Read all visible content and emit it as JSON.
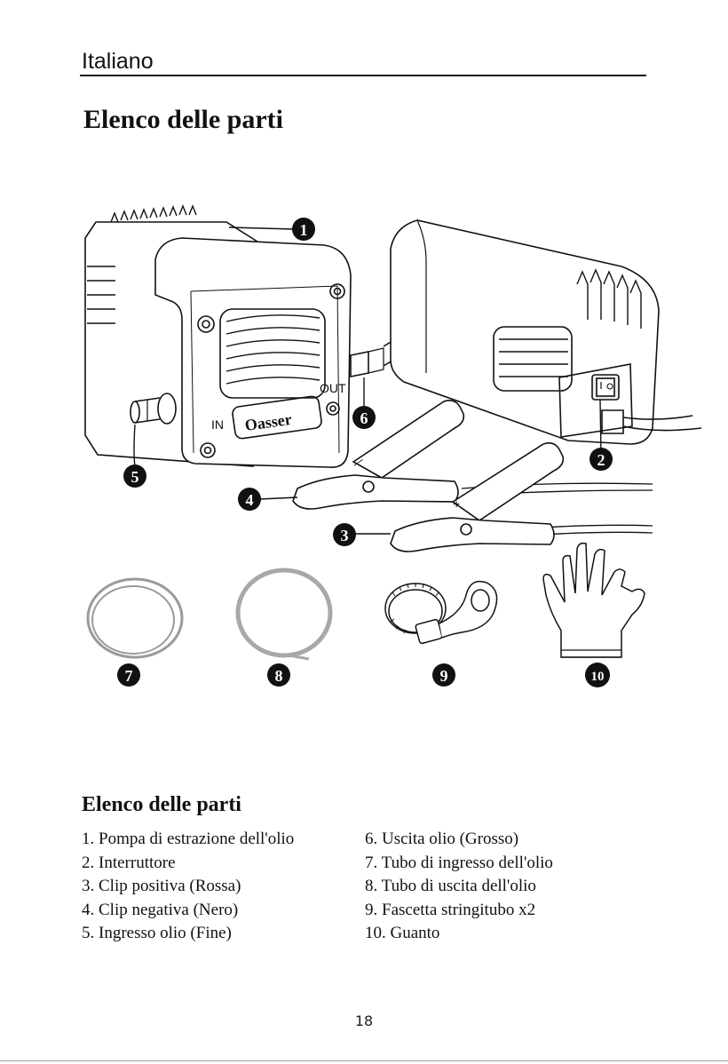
{
  "header": {
    "language": "Italiano"
  },
  "page_title": "Elenco delle parti",
  "illustration": {
    "brand_logo": "Oasser",
    "port_in": "IN",
    "port_out": "OUT",
    "callouts": [
      "1",
      "2",
      "3",
      "4",
      "5",
      "6",
      "7",
      "8",
      "9",
      "10"
    ],
    "clip_marks": [
      "—",
      "+"
    ]
  },
  "parts_section": {
    "title": "Elenco delle parti",
    "left_items": [
      "1. Pompa di estrazione dell'olio",
      "2. Interruttore",
      "3. Clip positiva (Rossa)",
      "4. Clip negativa (Nero)",
      "5. Ingresso olio (Fine)"
    ],
    "right_items": [
      "6. Uscita olio (Grosso)",
      "7. Tubo di ingresso dell'olio",
      "8. Tubo di uscita dell'olio",
      "9. Fascetta stringitubo x2",
      "10. Guanto"
    ]
  },
  "page_number": "18"
}
